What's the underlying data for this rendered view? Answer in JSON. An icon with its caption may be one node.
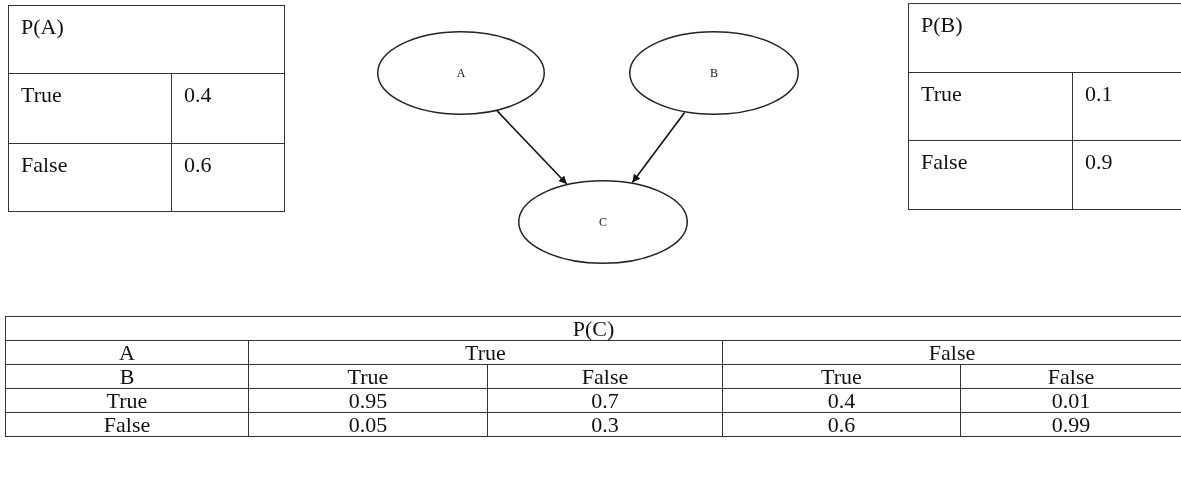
{
  "diagram": {
    "nodes": [
      {
        "text": [
          "A"
        ]
      },
      {
        "text": [
          "B"
        ]
      },
      {
        "text": [
          "C"
        ]
      }
    ],
    "edges": [
      {
        "from": 0,
        "to": 2,
        "arrow": "to"
      },
      {
        "from": 1,
        "to": 2,
        "arrow": "to"
      }
    ],
    "labels": [
      "P(A)",
      "True",
      "0.4",
      "False",
      "0.6",
      "P(B)",
      "True",
      "0.1",
      "False",
      "0.9",
      "P(C)",
      "A",
      "True",
      "False",
      "B",
      "True",
      "False",
      "True",
      "False",
      "True",
      "0.95",
      "0.7",
      "0.4",
      "0.01",
      "False",
      "0.05",
      "0.3",
      "0.6",
      "0.99"
    ]
  }
}
